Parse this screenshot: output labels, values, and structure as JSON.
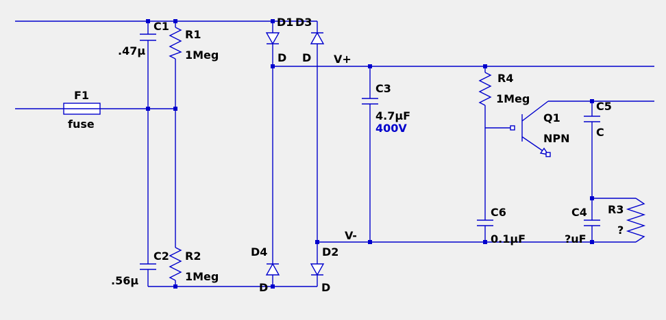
{
  "components": {
    "c1": {
      "name": "C1",
      "value": ".47µ"
    },
    "r1": {
      "name": "R1",
      "value": "1Meg"
    },
    "f1": {
      "name": "F1",
      "value": "fuse"
    },
    "c2": {
      "name": "C2",
      "value": ".56µ"
    },
    "r2": {
      "name": "R2",
      "value": "1Meg"
    },
    "d1": {
      "name": "D1",
      "value": "D"
    },
    "d3": {
      "name": "D3",
      "value": "D"
    },
    "d4": {
      "name": "D4",
      "value": "D"
    },
    "d2": {
      "name": "D2",
      "value": "D"
    },
    "c3": {
      "name": "C3",
      "value": "4.7µF",
      "rating": "400V"
    },
    "r4": {
      "name": "R4",
      "value": "1Meg"
    },
    "q1": {
      "name": "Q1",
      "value": "NPN"
    },
    "c5": {
      "name": "C5",
      "value": "C"
    },
    "c6": {
      "name": "C6",
      "value": "0.1µF"
    },
    "c4": {
      "name": "C4",
      "value": "?uF"
    },
    "r3": {
      "name": "R3",
      "value": "?"
    }
  },
  "nets": {
    "vplus": "V+",
    "vminus": "V-"
  },
  "colors": {
    "background": "#f0f0f0",
    "wire": "#0000cc",
    "label": "#000000",
    "rating": "#0000cc"
  }
}
